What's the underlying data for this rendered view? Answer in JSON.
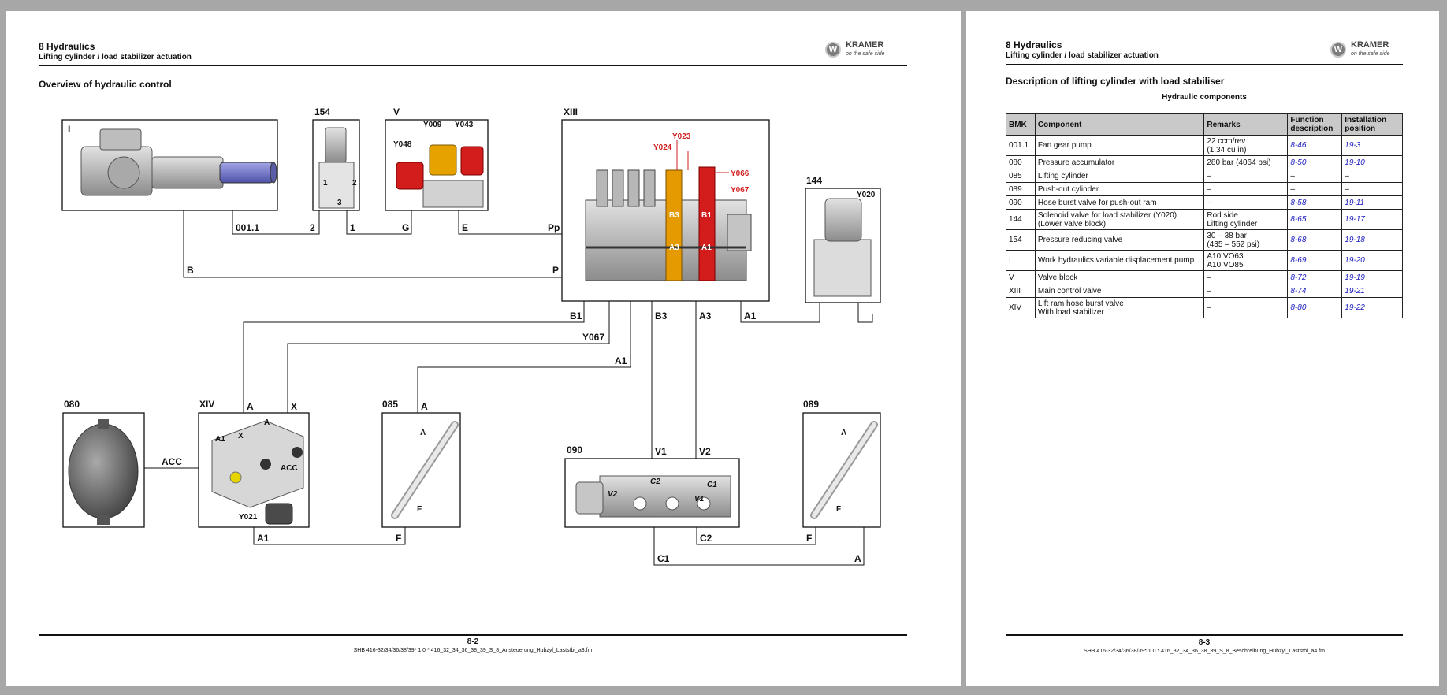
{
  "left_page": {
    "chapter": "8   Hydraulics",
    "subtitle": "Lifting cylinder / load stabilizer actuation",
    "logo": {
      "letter": "W",
      "brand": "KRAMER",
      "tagline": "on the safe side"
    },
    "section_title": "Overview of hydraulic control",
    "page_number": "8-2",
    "file_ref": "SHB 416-32/34/36/38/39* 1.0 * 416_32_34_36_38_39_S_8_Ansteuerung_Hubzyl_Laststbi_a3.fm"
  },
  "diagram": {
    "components": {
      "I": "I",
      "c154": "154",
      "V": "V",
      "XIII": "XIII",
      "c144": "144",
      "c080": "080",
      "XIV": "XIV",
      "c085": "085",
      "c090": "090",
      "c089": "089"
    },
    "component_labels": {
      "y009": "Y009",
      "y043": "Y043",
      "y048": "Y048",
      "y023": "Y023",
      "y024": "Y024",
      "y066": "Y066",
      "y067": "Y067",
      "y020": "Y020",
      "y021": "Y021",
      "port_b3_in": "B3",
      "port_a3_in": "A3",
      "port_b1_in": "B1",
      "port_a1_in": "A1",
      "p154_1": "1",
      "p154_2": "2",
      "p154_3": "3",
      "xiv_a": "A",
      "xiv_x": "X",
      "xiv_a1": "A1",
      "xiv_acc": "ACC",
      "c085_a": "A",
      "c085_f": "F",
      "c089_a": "A",
      "c089_f": "F",
      "c090_c2": "C2",
      "c090_c1": "C1",
      "c090_v2": "V2",
      "c090_v1": "V1"
    },
    "line_labels": {
      "l001": "001.1",
      "l2": "2",
      "l1": "1",
      "lG": "G",
      "lE": "E",
      "lPp": "Pp",
      "lB": "B",
      "lP": "P",
      "lB1": "B1",
      "lY067": "Y067",
      "lA1": "A1",
      "lB3": "B3",
      "lA3": "A3",
      "lA1r": "A1",
      "lXivA": "A",
      "lXivX": "X",
      "l085A": "A",
      "lACC": "ACC",
      "l090V1": "V1",
      "l090V2": "V2",
      "lA1b": "A1",
      "lFb": "F",
      "lC2": "C2",
      "lF089": "F",
      "lC1": "C1",
      "lA089": "A"
    }
  },
  "right_page": {
    "chapter": "8   Hydraulics",
    "subtitle": "Lifting cylinder / load stabilizer actuation",
    "logo": {
      "letter": "W",
      "brand": "KRAMER",
      "tagline": "on the safe side"
    },
    "section_title": "Description of lifting cylinder with load stabiliser",
    "table_caption": "Hydraulic components",
    "table": {
      "headers": [
        "BMK",
        "Component",
        "Remarks",
        "Function description",
        "Installation position"
      ],
      "rows": [
        [
          "001.1",
          "Fan gear pump",
          "22 ccm/rev\n(1.34 cu in)",
          "8-46",
          "19-3"
        ],
        [
          "080",
          "Pressure accumulator",
          "280 bar (4064 psi)",
          "8-50",
          "19-10"
        ],
        [
          "085",
          "Lifting cylinder",
          "–",
          "–",
          "–"
        ],
        [
          "089",
          "Push-out cylinder",
          "–",
          "–",
          "–"
        ],
        [
          "090",
          "Hose burst valve for push-out ram",
          "–",
          "8-58",
          "19-11"
        ],
        [
          "144",
          "Solenoid valve for load stabilizer (Y020)\n(Lower valve block)",
          "Rod side\nLifting cylinder",
          "8-65",
          "19-17"
        ],
        [
          "154",
          "Pressure reducing valve",
          "30 – 38 bar\n(435 – 552 psi)",
          "8-68",
          "19-18"
        ],
        [
          "I",
          "Work hydraulics variable displacement pump",
          "A10 VO63\nA10 VO85",
          "8-69",
          "19-20"
        ],
        [
          "V",
          "Valve block",
          "–",
          "8-72",
          "19-19"
        ],
        [
          "XIII",
          "Main control valve",
          "–",
          "8-74",
          "19-21"
        ],
        [
          "XIV",
          "Lift ram hose burst valve\nWith load stabilizer",
          "–",
          "8-80",
          "19-22"
        ]
      ]
    },
    "page_number": "8-3",
    "file_ref": "SHB 416-32/34/36/38/39* 1.0 * 416_32_34_36_38_39_S_8_Beschreibung_Hubzyl_Laststbi_a4.fm"
  }
}
